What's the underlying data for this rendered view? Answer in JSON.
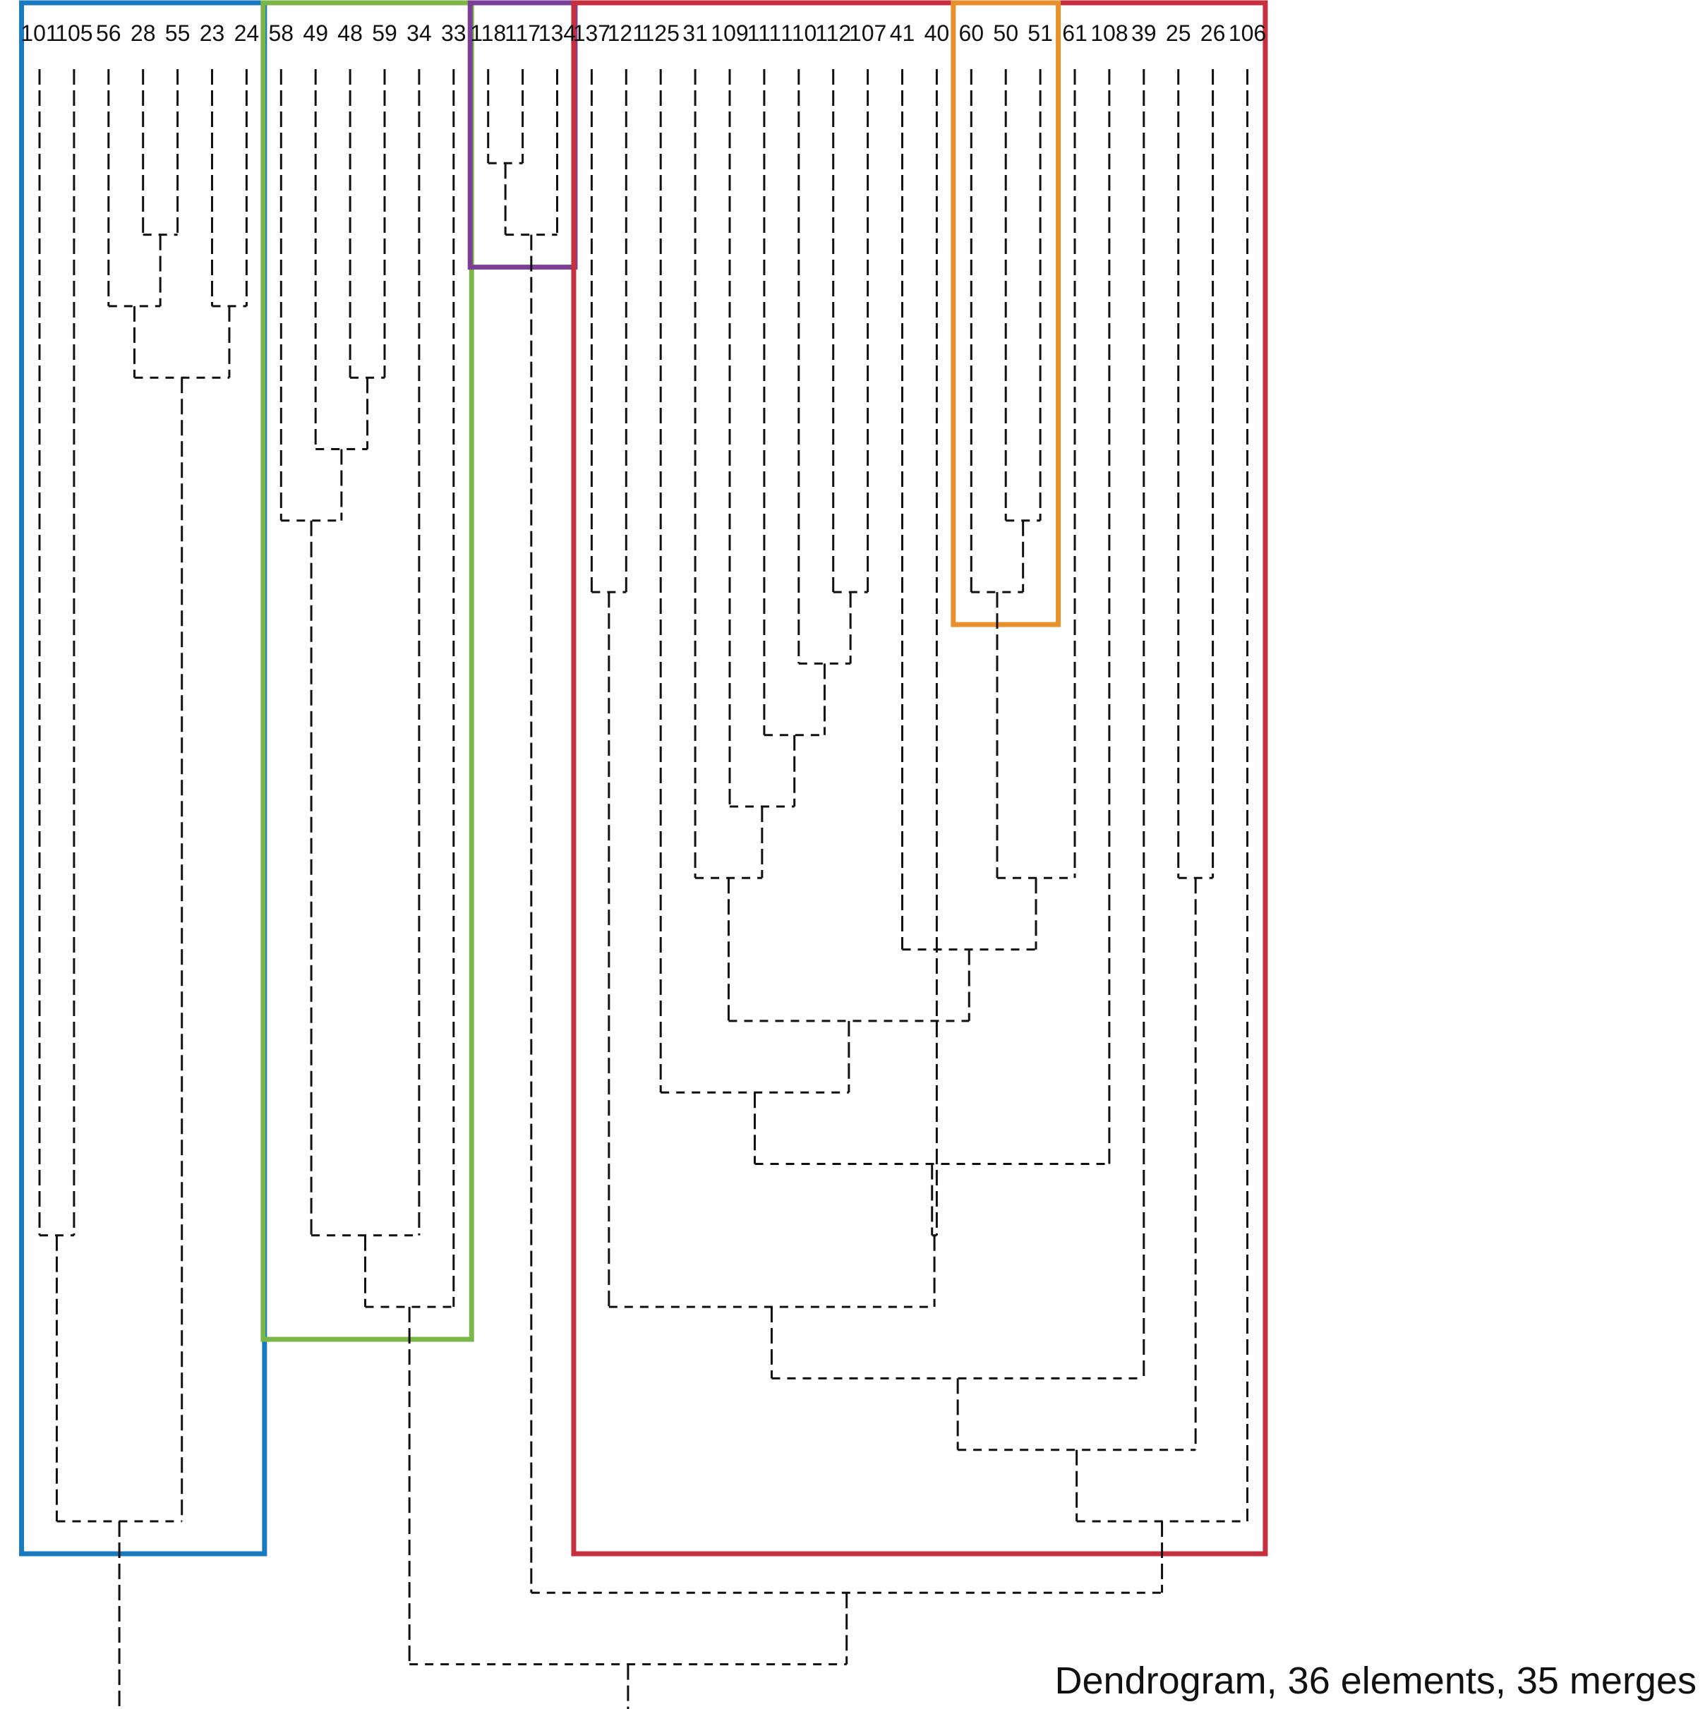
{
  "caption": "Dendrogram, 36 elements, 35 merges",
  "leaves": [
    "101",
    "105",
    "56",
    "28",
    "55",
    "23",
    "24",
    "58",
    "49",
    "48",
    "59",
    "34",
    "33",
    "118",
    "117",
    "134",
    "137",
    "121",
    "125",
    "31",
    "109",
    "111",
    "110",
    "112",
    "107",
    "41",
    "40",
    "60",
    "50",
    "51",
    "61",
    "108",
    "39",
    "25",
    "26",
    "106"
  ],
  "merges": [
    {
      "a": "L13",
      "b": "L14",
      "height": 1
    },
    {
      "a": "L3",
      "b": "L4",
      "height": 2
    },
    {
      "a": "M0",
      "b": "L15",
      "height": 2
    },
    {
      "a": "L2",
      "b": "M1",
      "height": 3
    },
    {
      "a": "L5",
      "b": "L6",
      "height": 3
    },
    {
      "a": "M3",
      "b": "M4",
      "height": 4
    },
    {
      "a": "L9",
      "b": "L10",
      "height": 4
    },
    {
      "a": "L8",
      "b": "M6",
      "height": 5
    },
    {
      "a": "L7",
      "b": "M7",
      "height": 6
    },
    {
      "a": "L28",
      "b": "L29",
      "height": 6
    },
    {
      "a": "L16",
      "b": "L17",
      "height": 7
    },
    {
      "a": "L23",
      "b": "L24",
      "height": 7
    },
    {
      "a": "L27",
      "b": "M9",
      "height": 7
    },
    {
      "a": "L22",
      "b": "M11",
      "height": 8
    },
    {
      "a": "L21",
      "b": "M13",
      "height": 9
    },
    {
      "a": "L20",
      "b": "M14",
      "height": 10
    },
    {
      "a": "L19",
      "b": "M15",
      "height": 11
    },
    {
      "a": "M12",
      "b": "L30",
      "height": 11
    },
    {
      "a": "L33",
      "b": "L34",
      "height": 11
    },
    {
      "a": "L25",
      "b": "M17",
      "height": 12
    },
    {
      "a": "M16",
      "b": "M19",
      "height": 13
    },
    {
      "a": "L18",
      "b": "M20",
      "height": 14
    },
    {
      "a": "M21",
      "b": "L31",
      "height": 15
    },
    {
      "a": "L0",
      "b": "L1",
      "height": 16
    },
    {
      "a": "M8",
      "b": "L11",
      "height": 16
    },
    {
      "a": "L26",
      "b": "M22",
      "height": 16
    },
    {
      "a": "M24",
      "b": "L12",
      "height": 17
    },
    {
      "a": "M10",
      "b": "M25",
      "height": 17
    },
    {
      "a": "M27",
      "b": "L32",
      "height": 18
    },
    {
      "a": "M28",
      "b": "M18",
      "height": 19
    },
    {
      "a": "M29",
      "b": "L35",
      "height": 20
    },
    {
      "a": "M23",
      "b": "M5",
      "height": 20
    },
    {
      "a": "M2",
      "b": "M30",
      "height": 21
    },
    {
      "a": "M26",
      "b": "M32",
      "height": 22
    },
    {
      "a": "M31",
      "b": "M33",
      "height": 23
    }
  ],
  "clusters": [
    {
      "name": "cluster-blue",
      "color": "#1a7abf",
      "first_leaf": 0,
      "last_leaf": 6,
      "height": 20
    },
    {
      "name": "cluster-green",
      "color": "#7ab648",
      "first_leaf": 7,
      "last_leaf": 12,
      "height": 17
    },
    {
      "name": "cluster-purple",
      "color": "#7b3f98",
      "first_leaf": 13,
      "last_leaf": 15,
      "height": 2
    },
    {
      "name": "cluster-red",
      "color": "#c6303e",
      "first_leaf": 16,
      "last_leaf": 35,
      "height": 20
    },
    {
      "name": "cluster-orange",
      "color": "#e8902c",
      "first_leaf": 27,
      "last_leaf": 29,
      "height": 7
    }
  ]
}
